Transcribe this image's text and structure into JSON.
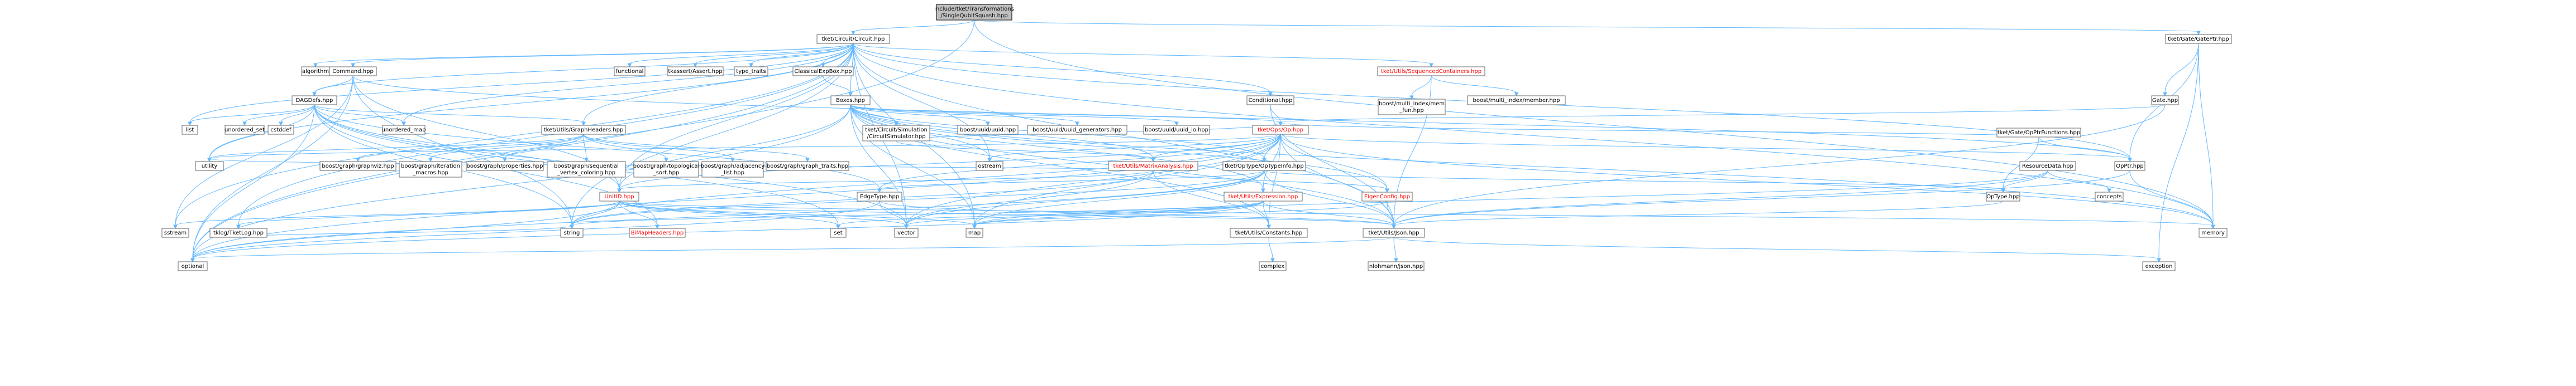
{
  "nodes": [
    {
      "id": "root",
      "lines": [
        "include/tket/Transformations",
        "/SingleQubitSquash.hpp"
      ],
      "root": true
    },
    {
      "id": "circuit",
      "lines": [
        "tket/Circuit/Circuit.hpp"
      ]
    },
    {
      "id": "gateptr",
      "lines": [
        "tket/Gate/GatePtr.hpp"
      ]
    },
    {
      "id": "algorithm",
      "lines": [
        "algorithm"
      ]
    },
    {
      "id": "command",
      "lines": [
        "Command.hpp"
      ]
    },
    {
      "id": "functional",
      "lines": [
        "functional"
      ]
    },
    {
      "id": "tketassert",
      "lines": [
        "tkassert/Assert.hpp"
      ]
    },
    {
      "id": "type_traits",
      "lines": [
        "type_traits"
      ]
    },
    {
      "id": "classicalexp",
      "lines": [
        "ClassicalExpBox.hpp"
      ]
    },
    {
      "id": "seqcontainers",
      "lines": [
        "tket/Utils/SequencedContainers.hpp"
      ],
      "red": true
    },
    {
      "id": "gate",
      "lines": [
        "Gate.hpp"
      ]
    },
    {
      "id": "dagdefs",
      "lines": [
        "DAGDefs.hpp"
      ]
    },
    {
      "id": "boxes",
      "lines": [
        "Boxes.hpp"
      ]
    },
    {
      "id": "conditional",
      "lines": [
        "Conditional.hpp"
      ]
    },
    {
      "id": "multiindex_memfun",
      "lines": [
        "boost/multi_index/mem",
        "_fun.hpp"
      ]
    },
    {
      "id": "multiindex_member",
      "lines": [
        "boost/multi_index/member.hpp"
      ]
    },
    {
      "id": "gateptrfunctions",
      "lines": [
        "tket/Gate/OpPtrFunctions.hpp"
      ]
    },
    {
      "id": "list",
      "lines": [
        "list"
      ]
    },
    {
      "id": "unordered_set",
      "lines": [
        "unordered_set"
      ]
    },
    {
      "id": "cstddef",
      "lines": [
        "cstddef"
      ]
    },
    {
      "id": "unordered_map",
      "lines": [
        "unordered_map"
      ]
    },
    {
      "id": "graphheaders",
      "lines": [
        "tket/Utils/GraphHeaders.hpp"
      ]
    },
    {
      "id": "circuitsim",
      "lines": [
        "tket/Circuit/Simulation",
        "/CircuitSimulator.hpp"
      ]
    },
    {
      "id": "uuid",
      "lines": [
        "boost/uuid/uuid.hpp"
      ]
    },
    {
      "id": "uuidgen",
      "lines": [
        "boost/uuid/uuid_generators.hpp"
      ]
    },
    {
      "id": "uuidio",
      "lines": [
        "boost/uuid/uuid_io.hpp"
      ]
    },
    {
      "id": "op",
      "lines": [
        "tket/Ops/Op.hpp"
      ],
      "red": true
    },
    {
      "id": "resourcedata",
      "lines": [
        "ResourceData.hpp"
      ]
    },
    {
      "id": "utility",
      "lines": [
        "utility"
      ]
    },
    {
      "id": "graphviz",
      "lines": [
        "boost/graph/graphviz.hpp"
      ]
    },
    {
      "id": "iteration_macros",
      "lines": [
        "boost/graph/iteration",
        "_macros.hpp"
      ]
    },
    {
      "id": "properties",
      "lines": [
        "boost/graph/properties.hpp"
      ]
    },
    {
      "id": "seqvertex",
      "lines": [
        "boost/graph/sequential",
        "_vertex_coloring.hpp"
      ]
    },
    {
      "id": "topsort",
      "lines": [
        "boost/graph/topological",
        "_sort.hpp"
      ]
    },
    {
      "id": "adjlist",
      "lines": [
        "boost/graph/adjacency",
        "_list.hpp"
      ]
    },
    {
      "id": "graph_traits",
      "lines": [
        "boost/graph/graph_traits.hpp"
      ]
    },
    {
      "id": "ostream",
      "lines": [
        "ostream"
      ]
    },
    {
      "id": "matrixanalysis",
      "lines": [
        "tket/Utils/MatrixAnalysis.hpp"
      ],
      "red": true
    },
    {
      "id": "optypeinfo",
      "lines": [
        "tket/OpType/OpTypeInfo.hpp"
      ]
    },
    {
      "id": "opptr",
      "lines": [
        "OpPtr.hpp"
      ]
    },
    {
      "id": "concepts",
      "lines": [
        "concepts"
      ]
    },
    {
      "id": "unitid",
      "lines": [
        "UnitID.hpp"
      ],
      "red": true
    },
    {
      "id": "edgetype",
      "lines": [
        "EdgeType.hpp"
      ]
    },
    {
      "id": "expression",
      "lines": [
        "tket/Utils/Expression.hpp"
      ],
      "red": true
    },
    {
      "id": "eigenconfig",
      "lines": [
        "EigenConfig.hpp"
      ],
      "red": true
    },
    {
      "id": "optype",
      "lines": [
        "OpType.hpp"
      ]
    },
    {
      "id": "sstream",
      "lines": [
        "sstream"
      ]
    },
    {
      "id": "tklog",
      "lines": [
        "tklog/TketLog.hpp"
      ]
    },
    {
      "id": "bimap",
      "lines": [
        "BiMapHeaders.hpp"
      ],
      "red": true
    },
    {
      "id": "string",
      "lines": [
        "string"
      ]
    },
    {
      "id": "set",
      "lines": [
        "set"
      ]
    },
    {
      "id": "vector",
      "lines": [
        "vector"
      ]
    },
    {
      "id": "map",
      "lines": [
        "map"
      ]
    },
    {
      "id": "constants",
      "lines": [
        "tket/Utils/Constants.hpp"
      ]
    },
    {
      "id": "json",
      "lines": [
        "tket/Utils/Json.hpp"
      ]
    },
    {
      "id": "memory",
      "lines": [
        "memory"
      ]
    },
    {
      "id": "optional",
      "lines": [
        "optional"
      ]
    },
    {
      "id": "complex",
      "lines": [
        "complex"
      ]
    },
    {
      "id": "nlohmann",
      "lines": [
        "nlohmann/json.hpp"
      ]
    },
    {
      "id": "exception",
      "lines": [
        "exception"
      ]
    }
  ],
  "edges": [
    [
      "root",
      "circuit"
    ],
    [
      "root",
      "gateptr"
    ],
    [
      "root",
      "memory"
    ],
    [
      "root",
      "optional"
    ],
    [
      "circuit",
      "algorithm"
    ],
    [
      "circuit",
      "command"
    ],
    [
      "circuit",
      "functional"
    ],
    [
      "circuit",
      "tketassert"
    ],
    [
      "circuit",
      "type_traits"
    ],
    [
      "circuit",
      "classicalexp"
    ],
    [
      "circuit",
      "seqcontainers"
    ],
    [
      "circuit",
      "conditional"
    ],
    [
      "circuit",
      "dagdefs"
    ],
    [
      "circuit",
      "boxes"
    ],
    [
      "circuit",
      "list"
    ],
    [
      "circuit",
      "utility"
    ],
    [
      "circuit",
      "unordered_map"
    ],
    [
      "circuit",
      "graphheaders"
    ],
    [
      "circuit",
      "ostream"
    ],
    [
      "circuit",
      "sstream"
    ],
    [
      "circuit",
      "tklog"
    ],
    [
      "circuit",
      "string"
    ],
    [
      "circuit",
      "vector"
    ],
    [
      "circuit",
      "map"
    ],
    [
      "circuit",
      "json"
    ],
    [
      "circuit",
      "optional"
    ],
    [
      "circuit",
      "unitid"
    ],
    [
      "circuit",
      "opptr"
    ],
    [
      "circuit",
      "memory"
    ],
    [
      "command",
      "dagdefs"
    ],
    [
      "command",
      "unitid"
    ],
    [
      "command",
      "opptr"
    ],
    [
      "command",
      "sstream"
    ],
    [
      "command",
      "string"
    ],
    [
      "command",
      "optional"
    ],
    [
      "gateptr",
      "gate"
    ],
    [
      "gateptr",
      "opptr"
    ],
    [
      "gateptr",
      "memory"
    ],
    [
      "gateptr",
      "exception"
    ],
    [
      "gate",
      "op"
    ],
    [
      "gate",
      "json"
    ],
    [
      "classicalexp",
      "boxes"
    ],
    [
      "seqcontainers",
      "multiindex_memfun"
    ],
    [
      "seqcontainers",
      "multiindex_member"
    ],
    [
      "seqcontainers",
      "json"
    ],
    [
      "dagdefs",
      "list"
    ],
    [
      "dagdefs",
      "unordered_set"
    ],
    [
      "dagdefs",
      "cstddef"
    ],
    [
      "dagdefs",
      "unordered_map"
    ],
    [
      "dagdefs",
      "graphheaders"
    ],
    [
      "dagdefs",
      "utility"
    ],
    [
      "dagdefs",
      "edgetype"
    ],
    [
      "dagdefs",
      "unitid"
    ],
    [
      "dagdefs",
      "string"
    ],
    [
      "dagdefs",
      "set"
    ],
    [
      "dagdefs",
      "vector"
    ],
    [
      "dagdefs",
      "optional"
    ],
    [
      "dagdefs",
      "bimap"
    ],
    [
      "boxes",
      "circuitsim"
    ],
    [
      "boxes",
      "uuid"
    ],
    [
      "boxes",
      "uuidgen"
    ],
    [
      "boxes",
      "uuidio"
    ],
    [
      "boxes",
      "op"
    ],
    [
      "boxes",
      "optypeinfo"
    ],
    [
      "boxes",
      "matrixanalysis"
    ],
    [
      "boxes",
      "unitid"
    ],
    [
      "boxes",
      "expression"
    ],
    [
      "boxes",
      "eigenconfig"
    ],
    [
      "boxes",
      "constants"
    ],
    [
      "boxes",
      "json"
    ],
    [
      "boxes",
      "ostream"
    ],
    [
      "boxes",
      "vector"
    ],
    [
      "boxes",
      "map"
    ],
    [
      "boxes",
      "memory"
    ],
    [
      "boxes",
      "optional"
    ],
    [
      "conditional",
      "op"
    ],
    [
      "conditional",
      "json"
    ],
    [
      "gateptrfunctions",
      "op"
    ],
    [
      "gateptrfunctions",
      "opptr"
    ],
    [
      "gateptrfunctions",
      "optype"
    ],
    [
      "graphheaders",
      "graphviz"
    ],
    [
      "graphheaders",
      "iteration_macros"
    ],
    [
      "graphheaders",
      "properties"
    ],
    [
      "graphheaders",
      "seqvertex"
    ],
    [
      "graphheaders",
      "topsort"
    ],
    [
      "graphheaders",
      "adjlist"
    ],
    [
      "graphheaders",
      "graph_traits"
    ],
    [
      "graphheaders",
      "utility"
    ],
    [
      "circuitsim",
      "matrixanalysis"
    ],
    [
      "circuitsim",
      "op"
    ],
    [
      "op",
      "ostream"
    ],
    [
      "op",
      "optypeinfo"
    ],
    [
      "op",
      "matrixanalysis"
    ],
    [
      "op",
      "unitid"
    ],
    [
      "op",
      "expression"
    ],
    [
      "op",
      "eigenconfig"
    ],
    [
      "op",
      "constants"
    ],
    [
      "op",
      "json"
    ],
    [
      "op",
      "string"
    ],
    [
      "op",
      "vector"
    ],
    [
      "op",
      "map"
    ],
    [
      "op",
      "optional"
    ],
    [
      "op",
      "memory"
    ],
    [
      "op",
      "opptr"
    ],
    [
      "op",
      "edgetype"
    ],
    [
      "op",
      "utility"
    ],
    [
      "resourcedata",
      "optype"
    ],
    [
      "resourcedata",
      "concepts"
    ],
    [
      "resourcedata",
      "map"
    ],
    [
      "resourcedata",
      "json"
    ],
    [
      "matrixanalysis",
      "eigenconfig"
    ],
    [
      "matrixanalysis",
      "unitid"
    ],
    [
      "matrixanalysis",
      "constants"
    ],
    [
      "matrixanalysis",
      "vector"
    ],
    [
      "matrixanalysis",
      "string"
    ],
    [
      "matrixanalysis",
      "utility"
    ],
    [
      "optypeinfo",
      "optype"
    ],
    [
      "optypeinfo",
      "edgetype"
    ],
    [
      "optypeinfo",
      "map"
    ],
    [
      "optypeinfo",
      "string"
    ],
    [
      "optypeinfo",
      "vector"
    ],
    [
      "optypeinfo",
      "optional"
    ],
    [
      "optypeinfo",
      "json"
    ],
    [
      "opptr",
      "json"
    ],
    [
      "opptr",
      "memory"
    ],
    [
      "unitid",
      "sstream"
    ],
    [
      "unitid",
      "tklog"
    ],
    [
      "unitid",
      "bimap"
    ],
    [
      "unitid",
      "string"
    ],
    [
      "unitid",
      "set"
    ],
    [
      "unitid",
      "vector"
    ],
    [
      "unitid",
      "map"
    ],
    [
      "unitid",
      "json"
    ],
    [
      "unitid",
      "memory"
    ],
    [
      "unitid",
      "optional"
    ],
    [
      "edgetype",
      "vector"
    ],
    [
      "edgetype",
      "json"
    ],
    [
      "edgetype",
      "optional"
    ],
    [
      "expression",
      "map"
    ],
    [
      "expression",
      "set"
    ],
    [
      "expression",
      "string"
    ],
    [
      "expression",
      "vector"
    ],
    [
      "expression",
      "constants"
    ],
    [
      "expression",
      "json"
    ],
    [
      "expression",
      "optional"
    ],
    [
      "eigenconfig",
      "json"
    ],
    [
      "eigenconfig",
      "map"
    ],
    [
      "optype",
      "json"
    ],
    [
      "constants",
      "complex"
    ],
    [
      "json",
      "nlohmann"
    ],
    [
      "json",
      "exception"
    ],
    [
      "json",
      "optional"
    ],
    [
      "tklog",
      "string"
    ]
  ]
}
